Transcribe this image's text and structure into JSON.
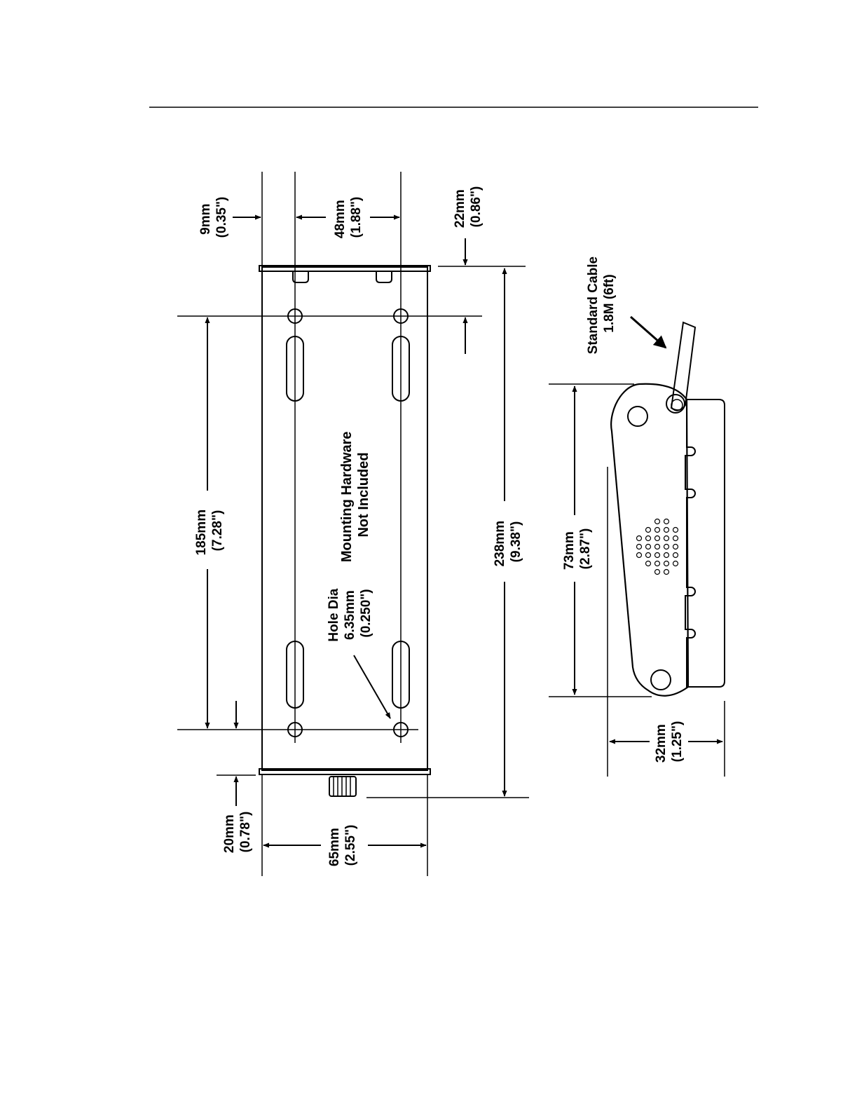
{
  "drawing": {
    "dim_9mm": {
      "mm": "9mm",
      "in": "(0.35\")"
    },
    "dim_48mm": {
      "mm": "48mm",
      "in": "(1.88\")"
    },
    "dim_22mm": {
      "mm": "22mm",
      "in": "(0.86\")"
    },
    "dim_185mm": {
      "mm": "185mm",
      "in": "(7.28\")"
    },
    "dim_238mm": {
      "mm": "238mm",
      "in": "(9.38\")"
    },
    "dim_20mm": {
      "mm": "20mm",
      "in": "(0.78\")"
    },
    "dim_65mm": {
      "mm": "65mm",
      "in": "(2.55\")"
    },
    "dim_73mm": {
      "mm": "73mm",
      "in": "(2.87\")"
    },
    "dim_32mm": {
      "mm": "32mm",
      "in": "(1.25\")"
    },
    "hole_note": {
      "line1": "Hole Dia",
      "line2": "6.35mm",
      "line3": "(0.250\")"
    },
    "mounting_note": {
      "line1": "Mounting Hardware",
      "line2": "Not Included"
    },
    "cable_note": {
      "line1": "Standard Cable",
      "line2": "1.8M (6ft)"
    }
  }
}
